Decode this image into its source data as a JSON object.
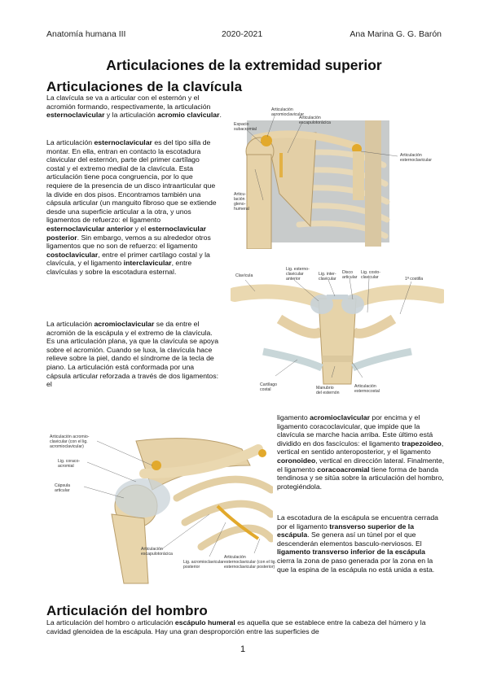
{
  "header": {
    "left": "Anatomía humana III",
    "center": "2020-2021",
    "right": "Ana Marina G. G. Barón"
  },
  "title": "Articulaciones de la extremidad superior",
  "section1": {
    "heading": "Articulaciones de la clavícula",
    "p1": [
      {
        "t": "La clavícula se va a articular con el esternón y el acromión formando, respectivamente, la articulación "
      },
      {
        "t": "esternoclavicular",
        "b": true
      },
      {
        "t": " y la articulación "
      },
      {
        "t": "acromio clavicular",
        "b": true
      },
      {
        "t": "."
      }
    ],
    "p2": [
      {
        "t": "La articulación "
      },
      {
        "t": "esternoclavicular",
        "b": true
      },
      {
        "t": " es del tipo silla de montar. En ella, entran en contacto la escotadura clavicular del esternón, parte del primer cartílago costal y el extremo medial de la clavícula. Esta articulación tiene poca congruencia, por lo que requiere de la presencia de un disco intraarticular que la divide en dos pisos. Encontramos también una cápsula articular (un manguito fibroso que se extiende desde una superficie articular a la otra, y unos ligamentos de refuerzo: el ligamento "
      },
      {
        "t": "esternoclavicular anterior",
        "b": true
      },
      {
        "t": " y el "
      },
      {
        "t": "esternoclavicular posterior",
        "b": true
      },
      {
        "t": ". Sin embargo, vemos a su alrededor otros ligamentos que no son de refuerzo: el ligamento "
      },
      {
        "t": "costoclavicular",
        "b": true
      },
      {
        "t": ", entre el primer cartílago costal y la clavícula, y el ligamento "
      },
      {
        "t": "interclavicular",
        "b": true
      },
      {
        "t": ", entre clavículas y sobre la escotadura esternal."
      }
    ],
    "p3": [
      {
        "t": "La articulación "
      },
      {
        "t": "acromioclavicular",
        "b": true
      },
      {
        "t": " se da entre el acromión de la escápula y el extremo de la clavícula. Es una articulación plana, ya que la clavícula se apoya sobre el acromión. Cuando se luxa, la clavícula hace relieve sobre la piel, dando el síndrome de la tecla de piano. La articulación está conformada por una cápsula articular reforzada a través de dos ligamentos: el"
      }
    ],
    "p4": [
      {
        "t": "ligamento "
      },
      {
        "t": "acromioclavicular",
        "b": true
      },
      {
        "t": " por encima y el ligamento coracoclavicular, que impide que la clavícula se marche hacia arriba. Este último está dividido en dos fascículos: el ligamento "
      },
      {
        "t": "trapezoideo",
        "b": true
      },
      {
        "t": ", vertical en sentido anteroposterior, y el ligamento "
      },
      {
        "t": "coronoideo",
        "b": true
      },
      {
        "t": ", vertical en dirección lateral. Finalmente, el ligamento "
      },
      {
        "t": "coracoacromial",
        "b": true
      },
      {
        "t": " tiene forma de banda tendinosa y se sitúa sobre la articulación del hombro, protegiéndola."
      }
    ],
    "p5": [
      {
        "t": "La escotadura de la escápula se encuentra cerrada por el ligamento "
      },
      {
        "t": "transverso superior de la escápula",
        "b": true
      },
      {
        "t": ". Se genera así un túnel por el que descenderán elementos basculo-nerviosos. El "
      },
      {
        "t": "ligamento transverso inferior de la escápula",
        "b": true
      },
      {
        "t": " cierra la zona de paso generada por la zona en la que la espina de la escápula no está unida a esta."
      }
    ]
  },
  "section2": {
    "heading": "Articulación del hombro",
    "p1": [
      {
        "t": "La articulación del hombro o articulación "
      },
      {
        "t": "escápulo humeral",
        "b": true
      },
      {
        "t": " es aquella que se establece entre la cabeza del húmero y la cavidad glenoidea de la escápula. Hay una gran desproporción entre las superficies de"
      }
    ]
  },
  "figure1_labels": {
    "l1": "Articulación\nacromioclavicular",
    "l2": "Espacio\nsubacromial",
    "l3": "Articulación\nescapulotorácica",
    "l4": "Articulación\nesternoclavicular",
    "l5": "Articu-\nlación\ngleno-\nhumeral"
  },
  "figure2_labels": {
    "l1": "Clavícula",
    "l2": "Lig. esterno-\nclavicular\nanterior",
    "l3": "Lig. inter-\nclavicular",
    "l4": "Disco\narticular",
    "l5": "Lig. costo-\nclavicular",
    "l6": "1ª costilla",
    "l7": "Cartílago\ncostal",
    "l8": "Manubrio\ndel esternón",
    "l9": "Articulación\nesternocostal"
  },
  "figure3_labels": {
    "l1": "Articulación acromio-\nclavicular (con el lig.\nacromioclavicular)",
    "l2": "Lig. coraco-\nacromial",
    "l3": "Cápsula\narticular",
    "l4": "Articulación\nescapulotorácica",
    "l5": "Lig. acromioclavicular\nposterior",
    "l6": "Articulación\nesternoclavicular (con el lig.\nesternoclavicular posterior)"
  },
  "page_number": "1"
}
